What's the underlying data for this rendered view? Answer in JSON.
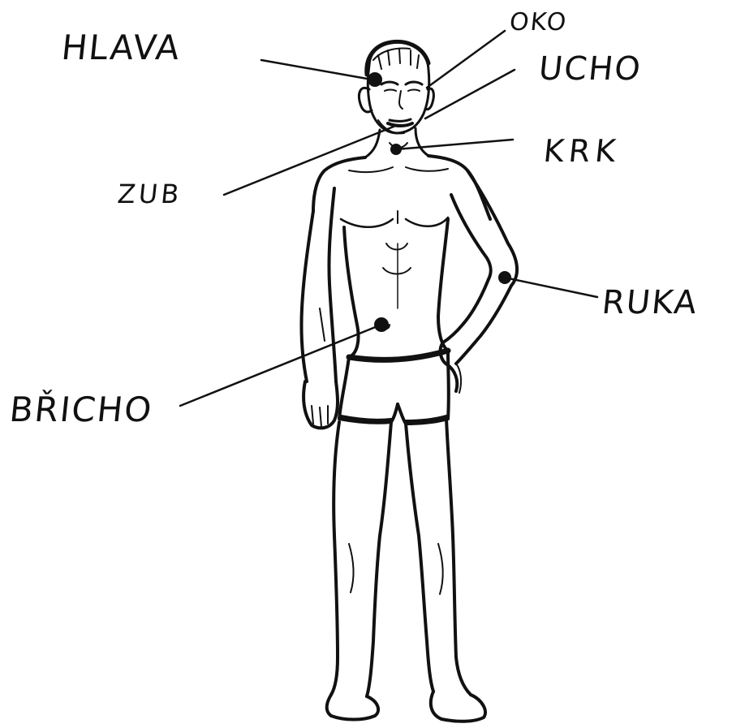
{
  "labels": {
    "hlava": "HLAVA",
    "oko": "OKO",
    "ucho": "UCHO",
    "krk": "KRK",
    "zub": "ZUB",
    "ruka": "RUKA",
    "bricho": "BŘICHO"
  },
  "colors": {
    "ink": "#111111",
    "background": "#ffffff"
  }
}
